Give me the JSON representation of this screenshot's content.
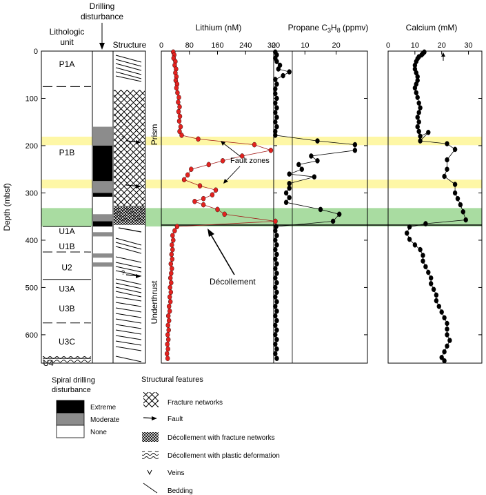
{
  "headers": {
    "lith_unit": [
      "Lithologic",
      "unit"
    ],
    "drilling": [
      "Drilling",
      "disturbance"
    ],
    "structure": "Structure",
    "lithium": "Lithium (nM)",
    "propane_pre": "Propane C",
    "propane_sub1": "3",
    "propane_mid": "H",
    "propane_sub2": "8",
    "propane_post": " (ppmv)",
    "calcium": "Calcium (mM)"
  },
  "depth_axis": {
    "label": "Depth (mbsf)",
    "ticks": [
      0,
      100,
      200,
      300,
      400,
      500,
      600
    ],
    "range": [
      0,
      660
    ]
  },
  "units": [
    {
      "name": "P1A",
      "label_depth": 28
    },
    {
      "name": "P1B",
      "label_depth": 215
    },
    {
      "name": "U1A",
      "label_depth": 381
    },
    {
      "name": "U1B",
      "label_depth": 413
    },
    {
      "name": "U2",
      "label_depth": 458
    },
    {
      "name": "U3A",
      "label_depth": 503
    },
    {
      "name": "U3B",
      "label_depth": 545
    },
    {
      "name": "U3C",
      "label_depth": 615
    },
    {
      "name": "U4",
      "label_depth": 660
    }
  ],
  "unit_boundaries": [
    {
      "depth": 75,
      "style": "dashed"
    },
    {
      "depth": 371,
      "style": "solid"
    },
    {
      "depth": 425,
      "style": "dashed"
    },
    {
      "depth": 483,
      "style": "solid"
    },
    {
      "depth": 575,
      "style": "dashed"
    },
    {
      "depth": 650,
      "style": "solid"
    }
  ],
  "drilling_disturbance": [
    {
      "from": 160,
      "to": 200,
      "level": "Moderate"
    },
    {
      "from": 200,
      "to": 275,
      "level": "Extreme"
    },
    {
      "from": 275,
      "to": 300,
      "level": "Moderate"
    },
    {
      "from": 300,
      "to": 308,
      "level": "Extreme"
    },
    {
      "from": 345,
      "to": 360,
      "level": "Moderate"
    },
    {
      "from": 360,
      "to": 371,
      "level": "Extreme"
    },
    {
      "from": 383,
      "to": 392,
      "level": "Moderate"
    },
    {
      "from": 428,
      "to": 437,
      "level": "Moderate"
    },
    {
      "from": 447,
      "to": 456,
      "level": "Moderate"
    }
  ],
  "zones": [
    {
      "from": 181,
      "to": 199,
      "color": "#fef7a6",
      "label": ""
    },
    {
      "from": 272,
      "to": 290,
      "color": "#fef7a6",
      "label": ""
    },
    {
      "from": 332,
      "to": 371,
      "color": "#a9dca1",
      "label": ""
    }
  ],
  "annotations": {
    "prism": "Prism",
    "underthrust": "Underthrust",
    "fault_zones": "Fault zones",
    "decollement": "Décollement",
    "question": "?"
  },
  "chart_data": [
    {
      "type": "line",
      "title": "Lithium (nM)",
      "x_ticks": [
        0,
        80,
        160,
        240,
        320
      ],
      "xlim": [
        0,
        320
      ],
      "ylim": [
        0,
        660
      ],
      "color": "#e3221f",
      "series": [
        {
          "points": [
            [
              34,
              2
            ],
            [
              37,
              8
            ],
            [
              35,
              15
            ],
            [
              40,
              22
            ],
            [
              38,
              30
            ],
            [
              42,
              38
            ],
            [
              40,
              46
            ],
            [
              43,
              54
            ],
            [
              41,
              62
            ],
            [
              45,
              70
            ],
            [
              43,
              78
            ],
            [
              46,
              88
            ],
            [
              50,
              98
            ],
            [
              48,
              108
            ],
            [
              52,
              118
            ],
            [
              49,
              128
            ],
            [
              53,
              138
            ],
            [
              51,
              148
            ],
            [
              55,
              160
            ],
            [
              52,
              170
            ],
            [
              58,
              178
            ],
            [
              105,
              186
            ],
            [
              265,
              198
            ],
            [
              312,
              210
            ],
            [
              230,
              222
            ],
            [
              175,
              232
            ],
            [
              135,
              240
            ],
            [
              85,
              250
            ],
            [
              75,
              262
            ],
            [
              65,
              272
            ],
            [
              110,
              285
            ],
            [
              155,
              294
            ],
            [
              145,
              304
            ],
            [
              120,
              312
            ],
            [
              95,
              318
            ],
            [
              120,
              325
            ],
            [
              160,
              335
            ],
            [
              180,
              345
            ],
            [
              325,
              360
            ],
            [
              45,
              371
            ],
            [
              38,
              380
            ],
            [
              32,
              390
            ],
            [
              34,
              400
            ],
            [
              30,
              410
            ],
            [
              32,
              420
            ],
            [
              29,
              430
            ],
            [
              31,
              440
            ],
            [
              27,
              450
            ],
            [
              30,
              460
            ],
            [
              28,
              470
            ],
            [
              26,
              480
            ],
            [
              28,
              490
            ],
            [
              25,
              500
            ],
            [
              27,
              510
            ],
            [
              24,
              520
            ],
            [
              26,
              530
            ],
            [
              22,
              540
            ],
            [
              24,
              550
            ],
            [
              20,
              560
            ],
            [
              22,
              570
            ],
            [
              19,
              580
            ],
            [
              21,
              590
            ],
            [
              18,
              600
            ],
            [
              20,
              610
            ],
            [
              17,
              620
            ],
            [
              19,
              630
            ],
            [
              16,
              640
            ],
            [
              18,
              650
            ]
          ]
        }
      ]
    },
    {
      "type": "line",
      "title": "Propane C3H8 (ppmv)",
      "x_ticks": [
        0,
        10,
        20
      ],
      "xlim": [
        0,
        30
      ],
      "ylim": [
        0,
        660
      ],
      "color": "#000000",
      "series": [
        {
          "points": [
            [
              0.5,
              2
            ],
            [
              1,
              8
            ],
            [
              0.5,
              15
            ],
            [
              1,
              22
            ],
            [
              2,
              30
            ],
            [
              1.5,
              38
            ],
            [
              5,
              44
            ],
            [
              3,
              52
            ],
            [
              0.5,
              60
            ],
            [
              1,
              70
            ],
            [
              0.5,
              80
            ],
            [
              0.5,
              90
            ],
            [
              1,
              100
            ],
            [
              0.5,
              110
            ],
            [
              1,
              120
            ],
            [
              0.5,
              130
            ],
            [
              1,
              140
            ],
            [
              0.5,
              150
            ],
            [
              1,
              160
            ],
            [
              0.5,
              170
            ],
            [
              0.5,
              178
            ],
            [
              14,
              190
            ],
            [
              26,
              198
            ],
            [
              26,
              210
            ],
            [
              12,
              222
            ],
            [
              14,
              232
            ],
            [
              8,
              240
            ],
            [
              9,
              250
            ],
            [
              5,
              260
            ],
            [
              13,
              266
            ],
            [
              5,
              280
            ],
            [
              5,
              290
            ],
            [
              4,
              300
            ],
            [
              5,
              310
            ],
            [
              4,
              320
            ],
            [
              15,
              335
            ],
            [
              21,
              345
            ],
            [
              19,
              360
            ],
            [
              0.8,
              371
            ],
            [
              0.5,
              380
            ],
            [
              1,
              390
            ],
            [
              0.5,
              400
            ],
            [
              1,
              410
            ],
            [
              0.5,
              420
            ],
            [
              1,
              430
            ],
            [
              0.5,
              440
            ],
            [
              1,
              450
            ],
            [
              0.5,
              460
            ],
            [
              1,
              470
            ],
            [
              0.5,
              480
            ],
            [
              1,
              490
            ],
            [
              0.5,
              500
            ],
            [
              1,
              510
            ],
            [
              0.5,
              520
            ],
            [
              1,
              530
            ],
            [
              0.5,
              540
            ],
            [
              1,
              550
            ],
            [
              0.5,
              560
            ],
            [
              1,
              570
            ],
            [
              0.5,
              580
            ],
            [
              1,
              590
            ],
            [
              0.5,
              600
            ],
            [
              1,
              610
            ],
            [
              0.5,
              620
            ],
            [
              1,
              630
            ],
            [
              0.5,
              640
            ],
            [
              1,
              650
            ]
          ]
        }
      ]
    },
    {
      "type": "line",
      "title": "Calcium (mM)",
      "x_ticks": [
        0,
        10,
        20,
        30
      ],
      "xlim": [
        0,
        35
      ],
      "ylim": [
        0,
        660
      ],
      "color": "#000000",
      "series": [
        {
          "points": [
            [
              13.5,
              2
            ],
            [
              13,
              5
            ],
            [
              12.5,
              8
            ],
            [
              11.5,
              12
            ],
            [
              11,
              16
            ],
            [
              10.5,
              22
            ],
            [
              10,
              30
            ],
            [
              10,
              38
            ],
            [
              10.5,
              46
            ],
            [
              11,
              54
            ],
            [
              11,
              62
            ],
            [
              10.5,
              70
            ],
            [
              10,
              78
            ],
            [
              10.5,
              88
            ],
            [
              11,
              98
            ],
            [
              11.5,
              110
            ],
            [
              12,
              120
            ],
            [
              11.5,
              130
            ],
            [
              11,
              140
            ],
            [
              11.5,
              150
            ],
            [
              11,
              160
            ],
            [
              11.5,
              170
            ],
            [
              12,
              180
            ],
            [
              15,
              172
            ],
            [
              12,
              190
            ],
            [
              22,
              196
            ],
            [
              25,
              208
            ],
            [
              22,
              230
            ],
            [
              22,
              250
            ],
            [
              21,
              265
            ],
            [
              25,
              282
            ],
            [
              25,
              300
            ],
            [
              26,
              312
            ],
            [
              27,
              325
            ],
            [
              28,
              340
            ],
            [
              29,
              357
            ],
            [
              14,
              365
            ],
            [
              8,
              372
            ],
            [
              7,
              385
            ],
            [
              8,
              398
            ],
            [
              10,
              410
            ],
            [
              12,
              420
            ],
            [
              13,
              432
            ],
            [
              13,
              444
            ],
            [
              14,
              456
            ],
            [
              15,
              468
            ],
            [
              16,
              480
            ],
            [
              16,
              492
            ],
            [
              17,
              504
            ],
            [
              18,
              516
            ],
            [
              18,
              528
            ],
            [
              19,
              540
            ],
            [
              20,
              552
            ],
            [
              21,
              564
            ],
            [
              22,
              576
            ],
            [
              22,
              588
            ],
            [
              22,
              600
            ],
            [
              23,
              612
            ],
            [
              22,
              624
            ],
            [
              21,
              636
            ],
            [
              20,
              648
            ],
            [
              21,
              655
            ]
          ]
        }
      ]
    }
  ],
  "legend_disturbance": {
    "title": [
      "Spiral drilling",
      "disturbance"
    ],
    "items": [
      {
        "label": "Extreme",
        "color": "#000000"
      },
      {
        "label": "Moderate",
        "color": "#8c8c8c"
      },
      {
        "label": "None",
        "color": "#ffffff"
      }
    ]
  },
  "legend_structural": {
    "title": "Structural features",
    "items": [
      {
        "label": "Fracture networks",
        "icon": "crosshatch-icon"
      },
      {
        "label": "Fault",
        "icon": "fault-arrow-icon"
      },
      {
        "label": "Décollement with fracture networks",
        "icon": "dense-crosshatch-icon"
      },
      {
        "label": "Décollement with plastic deformation",
        "icon": "wavy-lines-icon"
      },
      {
        "label": "Veins",
        "icon": "vein-v-icon"
      },
      {
        "label": "Bedding",
        "icon": "bedding-line-icon"
      }
    ]
  }
}
